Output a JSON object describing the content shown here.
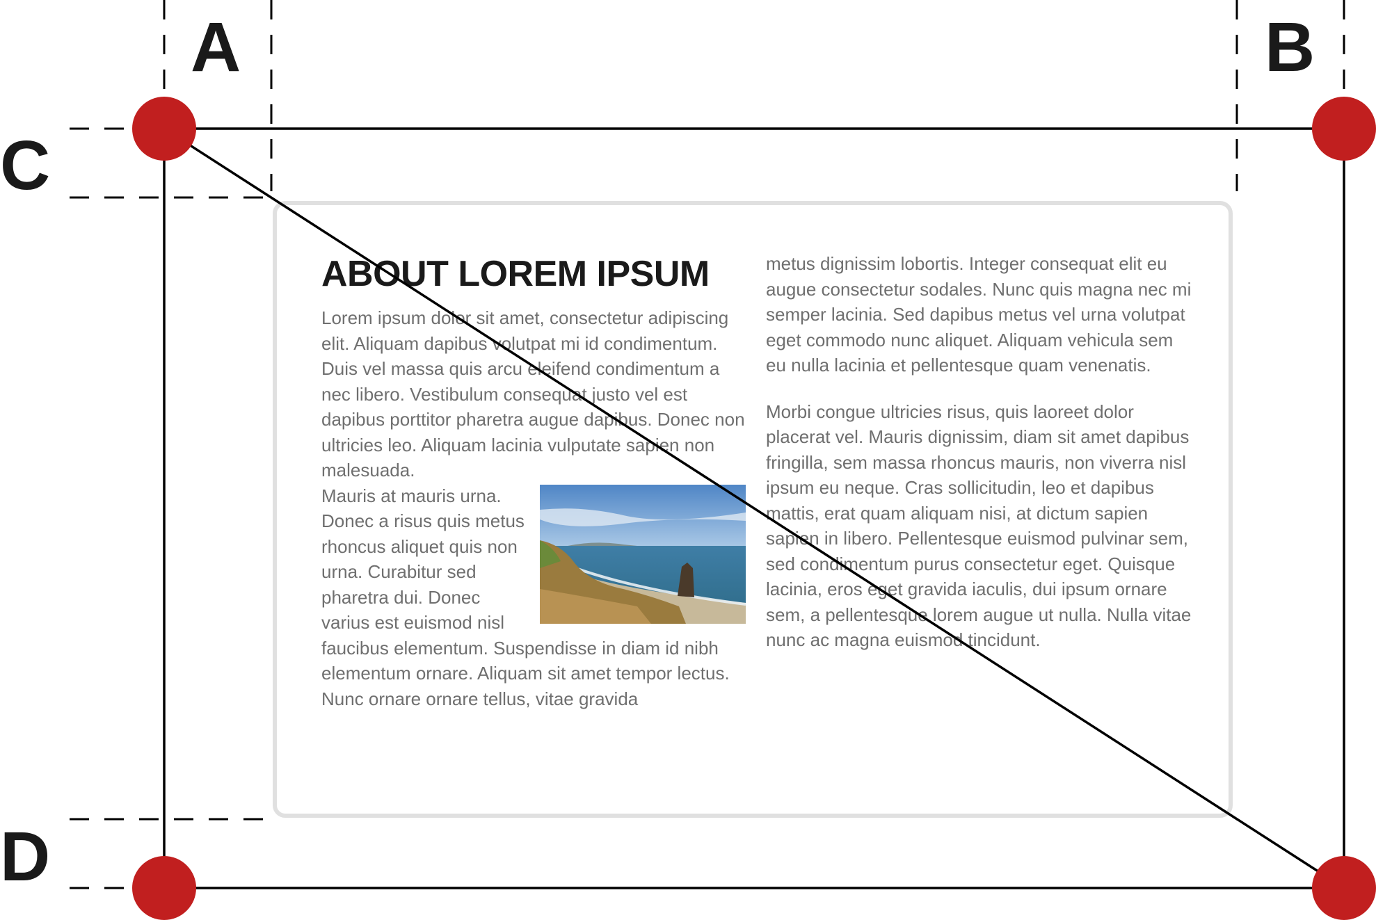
{
  "labels": {
    "a": "A",
    "b": "B",
    "c": "C",
    "d": "D"
  },
  "card": {
    "heading": "ABOUT LOREM IPSUM",
    "left_para_1": "Lorem ipsum dolor sit amet, consectetur adipiscing elit. Aliquam dapibus volutpat mi id condimentum. Duis vel massa quis arcu eleifend condimentum a nec libero. Vestibulum consequat justo vel est dapibus porttitor pharetra augue dapibus. Donec non ultricies leo. Aliquam lacinia vulputate sapien non malesuada.",
    "left_para_2": "Mauris at mauris urna. Donec a risus quis metus rhoncus aliquet quis non urna. Curabitur sed pharetra dui. Donec varius est euismod nisl faucibus elementum. Suspendisse in diam id nibh elementum ornare. Aliquam sit amet tempor lectus. Nunc ornare ornare tellus, vitae gravida",
    "right_para_1": "metus dignissim lobortis. Integer consequat elit eu augue consectetur sodales. Nunc quis magna nec mi semper lacinia. Sed dapibus metus vel urna volutpat eget commodo nunc aliquet. Aliquam vehicula sem eu nulla lacinia et pellentesque quam venenatis.",
    "right_para_2": "Morbi congue ultricies risus, quis laoreet dolor placerat vel. Mauris dignissim, diam sit amet dapibus fringilla, sem massa rhoncus mauris, non viverra nisl ipsum eu neque. Cras sollicitudin, leo et dapibus mattis, erat quam aliquam nisi, at dictum sapien sapien in libero. Pellentesque euismod pulvinar sem, sed condimentum purus consectetur eget. Quisque lacinia, eros eget gravida iaculis, dui ipsum ornare sem, a pellentesque lorem augue ut nulla. Nulla vitae nunc ac magna euismod tincidunt."
  },
  "colors": {
    "corner_dot": "#c11f1f",
    "lines": "#000000",
    "card_border": "#e0e0e0",
    "body_text": "#6f6f6f",
    "heading_text": "#1a1a1a"
  },
  "image_description_icon": "coastal-photo"
}
